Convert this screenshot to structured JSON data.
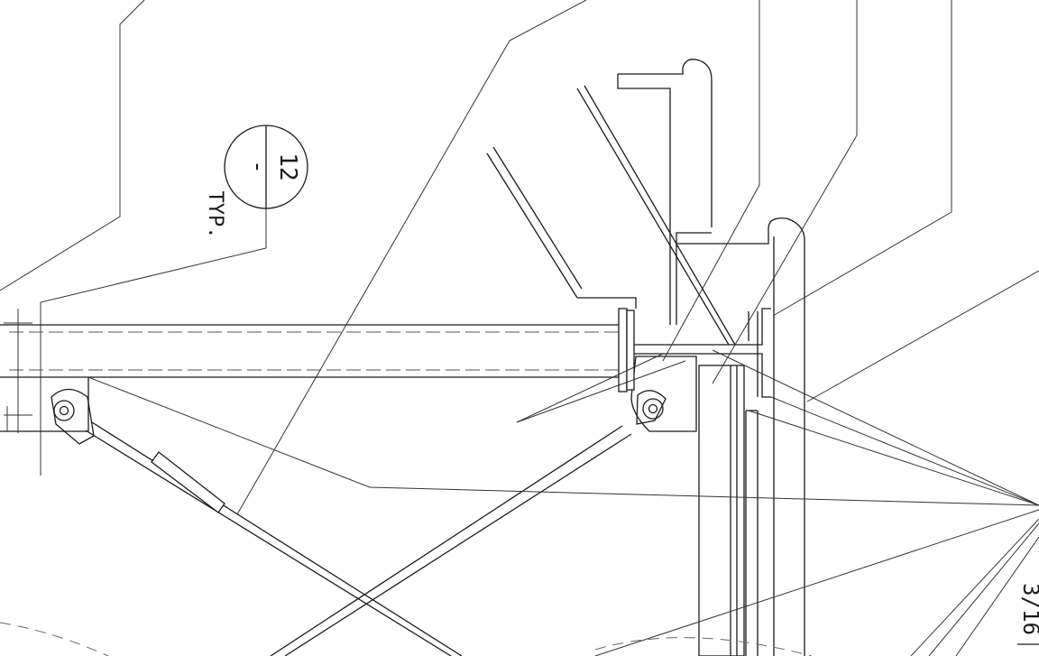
{
  "detail_tag": {
    "number": "12",
    "sheet": "-",
    "note": "TYP."
  },
  "weld_size": "3/16",
  "colors": {
    "line": "#1a1a1a",
    "paper": "#ffffff"
  }
}
